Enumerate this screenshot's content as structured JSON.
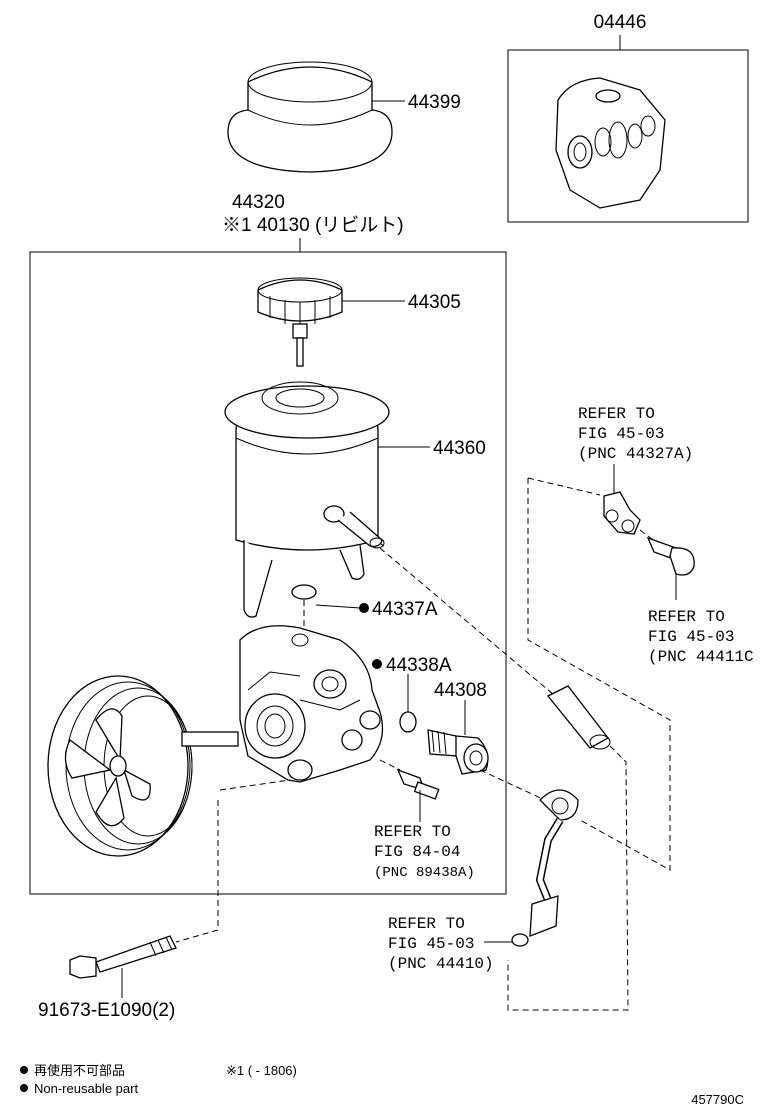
{
  "labels": {
    "kit": "04446",
    "cap": "44399",
    "assy": "44320",
    "rebuilt": "※1 40130 (リビルト)",
    "tank_cap": "44305",
    "tank": "44360",
    "oring_a": "44337A",
    "oring_b": "44338A",
    "union": "44308",
    "bolt": "91673-E1090(2)"
  },
  "refs": {
    "ref_a": {
      "line1": "REFER TO",
      "line2": "FIG 45-03",
      "line3": "(PNC 44327A)"
    },
    "ref_b": {
      "line1": "REFER TO",
      "line2": "FIG 45-03",
      "line3": "(PNC 44411C"
    },
    "ref_c": {
      "line1": "REFER TO",
      "line2": "FIG 84-04",
      "line3": "(PNC 89438A)"
    },
    "ref_d": {
      "line1": "REFER TO",
      "line2": "FIG 45-03",
      "line3": "(PNC 44410)"
    }
  },
  "legend": {
    "jp": "再使用不可部品",
    "en": "Non-reusable part",
    "note": "※1 (      - 1806)"
  },
  "figure_id": "457790C"
}
